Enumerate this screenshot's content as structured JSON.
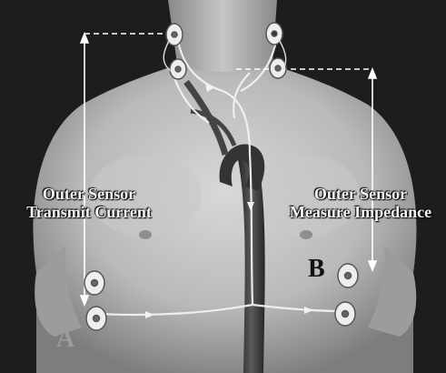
{
  "labels": {
    "left_line1": "Outer Sensor",
    "left_line2": "Transmit Current",
    "right_line1": "Outer Sensor",
    "right_line2": "Measure Impedance",
    "marker_a": "A",
    "marker_b": "B"
  },
  "colors": {
    "background": "#1d1d1d",
    "skin": "#bdbdbd",
    "vessel": "#3a3a3a",
    "sensor": "#eeeeee",
    "line": "#ffffff"
  }
}
